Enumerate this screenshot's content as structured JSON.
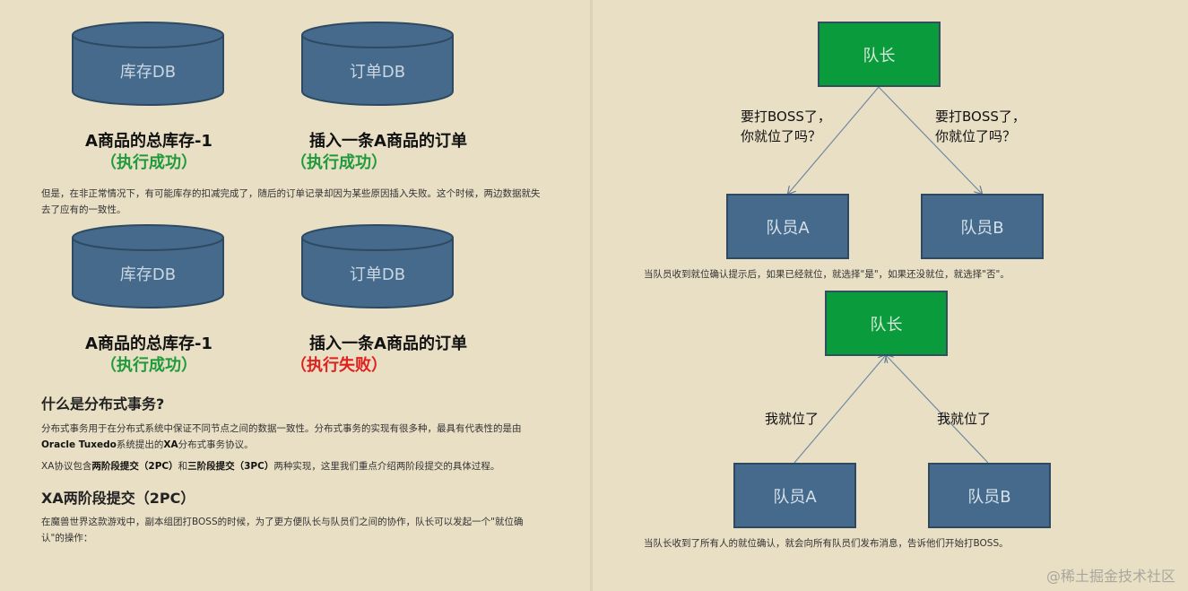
{
  "left": {
    "group1": {
      "db_inventory": "库存DB",
      "db_order": "订单DB",
      "cap_inventory_title": "A商品的总库存-1",
      "cap_inventory_status": "（执行成功）",
      "cap_order_title": "插入一条A商品的订单",
      "cap_order_status": "（执行成功）"
    },
    "para1": "但是，在非正常情况下，有可能库存的扣减完成了，随后的订单记录却因为某些原因插入失败。这个时候，两边数据就失去了应有的一致性。",
    "group2": {
      "db_inventory": "库存DB",
      "db_order": "订单DB",
      "cap_inventory_title": "A商品的总库存-1",
      "cap_inventory_status": "（执行成功）",
      "cap_order_title": "插入一条A商品的订单",
      "cap_order_status": "（执行失败）"
    },
    "heading1": "什么是分布式事务?",
    "para2_a": "分布式事务用于在分布式系统中保证不同节点之间的数据一致性。分布式事务的实现有很多种，最具有代表性的是由",
    "para2_b": "Oracle Tuxedo",
    "para2_c": "系统提出的",
    "para2_d": "XA",
    "para2_e": "分布式事务协议。",
    "para3_a": "XA协议包含",
    "para3_b": "两阶段提交（2PC）",
    "para3_c": "和",
    "para3_d": "三阶段提交（3PC）",
    "para3_e": "两种实现，这里我们重点介绍两阶段提交的具体过程。",
    "heading2": "XA两阶段提交（2PC）",
    "para4": "在魔兽世界这款游戏中，副本组团打BOSS的时候，为了更方便队长与队员们之间的协作，队长可以发起一个\"就位确认\"的操作："
  },
  "right": {
    "diagram1": {
      "leader": "队长",
      "member_a": "队员A",
      "member_b": "队员B",
      "question_left": "要打BOSS了，\n你就位了吗？",
      "question_right": "要打BOSS了，\n你就位了吗？"
    },
    "caption1": "当队员收到就位确认提示后，如果已经就位，就选择\"是\"，如果还没就位，就选择\"否\"。",
    "diagram2": {
      "leader": "队长",
      "member_a": "队员A",
      "member_b": "队员B",
      "reply_left": "我就位了",
      "reply_right": "我就位了"
    },
    "caption2": "当队长收到了所有人的就位确认，就会向所有队员们发布消息，告诉他们开始打BOSS。"
  },
  "watermark": "@稀土掘金技术社区",
  "colors": {
    "leader": "#0a9b3c",
    "member": "#466a8c",
    "success": "#1f9a3a",
    "failure": "#e0201c"
  }
}
